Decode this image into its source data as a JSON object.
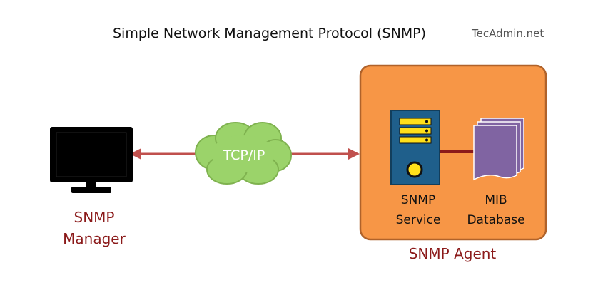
{
  "title": "Simple Network Management Protocol (SNMP)",
  "watermark": "TecAdmin.net",
  "manager": {
    "line1": "SNMP",
    "line2": "Manager",
    "icon": "monitor-icon"
  },
  "network": {
    "label": "TCP/IP",
    "icon": "cloud-icon"
  },
  "agent": {
    "label": "SNMP Agent",
    "service": {
      "line1": "SNMP",
      "line2": "Service",
      "icon": "server-icon"
    },
    "mib": {
      "line1": "MIB",
      "line2": "Database",
      "icon": "document-stack-icon"
    }
  },
  "colors": {
    "agent_fill": "#f79646",
    "agent_border": "#b0622a",
    "arrow": "#c0504d",
    "label_red": "#8b1a1a",
    "cloud_fill": "#9bd36a",
    "server_fill": "#1f5f8b",
    "server_slot": "#ffe01a",
    "mib_fill": "#8064a2",
    "link": "#8b1a1a"
  }
}
